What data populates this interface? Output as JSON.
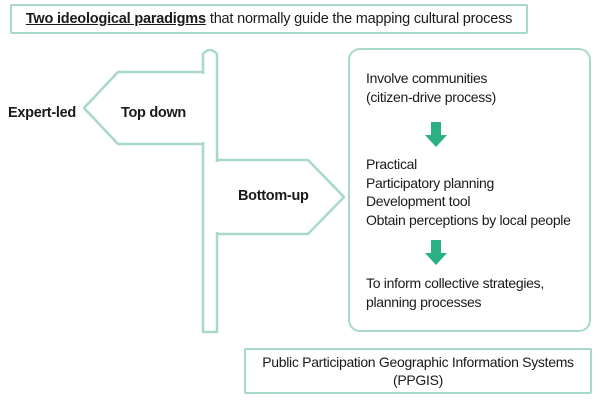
{
  "title": {
    "bold": "Two ideological paradigms",
    "rest": "that normally guide the mapping cultural process"
  },
  "signpost": {
    "far_left": "Expert-led",
    "top_arm": "Top down",
    "bottom_arm": "Bottom-up"
  },
  "panel": {
    "block1": [
      "Involve communities",
      "(citizen-drive process)"
    ],
    "block2": [
      "Practical",
      "Participatory planning",
      "Development tool",
      "Obtain perceptions by local people"
    ],
    "block3": [
      "To inform collective strategies,",
      "planning processes"
    ]
  },
  "ppgis": {
    "line1": "Public Participation Geographic Information Systems",
    "line2": "(PPGIS)"
  },
  "colors": {
    "border": "#a8d8c6",
    "arrow": "#2bb083",
    "text": "#1a1a1a"
  }
}
